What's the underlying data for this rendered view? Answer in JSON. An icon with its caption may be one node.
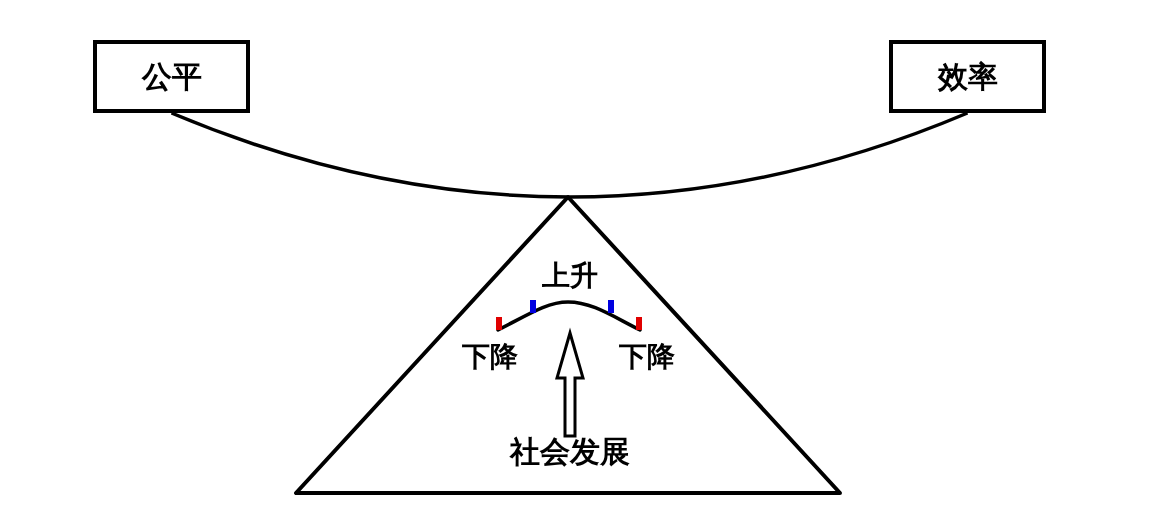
{
  "diagram": {
    "nodes": [
      {
        "text": [
          "公平"
        ]
      },
      {
        "text": [
          "效率"
        ]
      },
      {
        "text": [],
        "shape": "triangle"
      },
      {
        "text": [],
        "shape": "arc",
        "in": 2,
        "beside": [
          "上升",
          "下降",
          "下降"
        ]
      },
      {
        "text": [
          "社会发展"
        ],
        "in": 2
      }
    ],
    "edges": [
      {
        "from": 0,
        "to": 1,
        "arrow": "none"
      },
      {
        "from": 4,
        "to": 3,
        "arrow": "to"
      }
    ]
  }
}
